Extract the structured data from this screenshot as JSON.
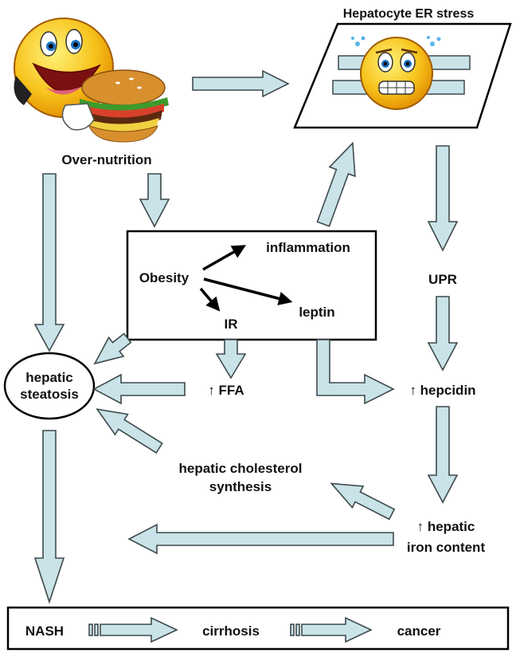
{
  "colors": {
    "arrow_fill": "#c9e3e9",
    "arrow_stroke": "#3f4a4c",
    "text": "#111111",
    "box_stroke": "#000000",
    "emoji_face": "#f7c21b"
  },
  "icons": {
    "eating_emoji": "smiley-eating-burger-icon",
    "stressed_emoji": "stressed-face-icon"
  },
  "nodes": {
    "over_nutrition": "Over-nutrition",
    "er_stress": "Hepatocyte ER stress",
    "obesity": "Obesity",
    "inflammation": "inflammation",
    "leptin": "leptin",
    "ir": "IR",
    "upr": "UPR",
    "steatosis_line1": "hepatic",
    "steatosis_line2": "steatosis",
    "ffa": "↑ FFA",
    "hepcidin": "↑ hepcidin",
    "cholesterol_line1": "hepatic cholesterol",
    "cholesterol_line2": "synthesis",
    "iron_line1": "↑ hepatic",
    "iron_line2": "iron content",
    "nash": "NASH",
    "cirrhosis": "cirrhosis",
    "cancer": "cancer"
  }
}
